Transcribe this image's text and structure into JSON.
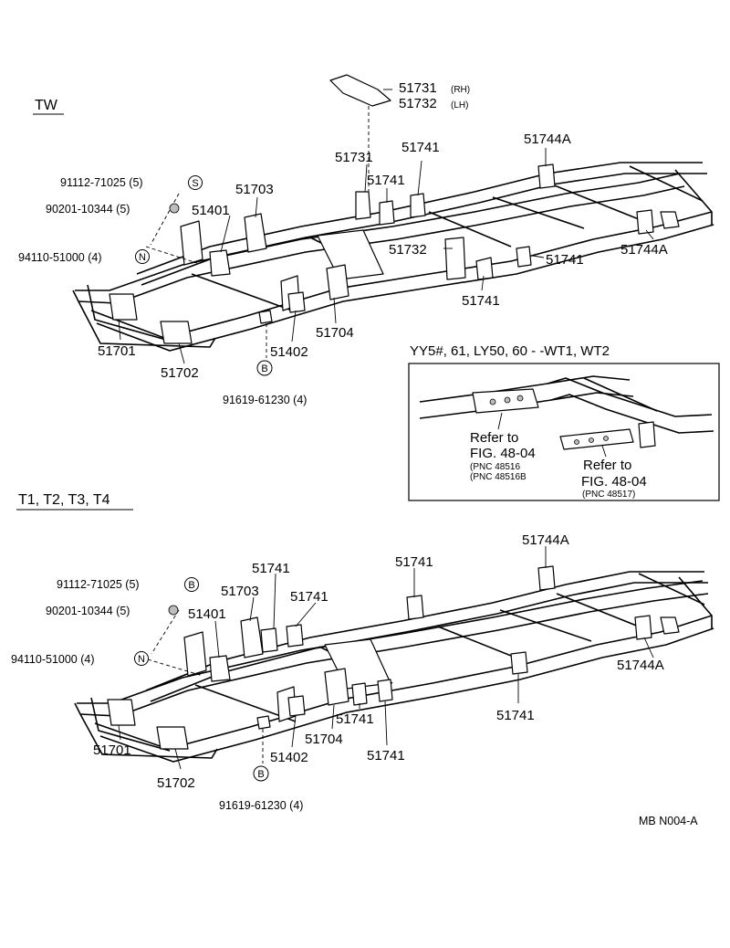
{
  "sections": {
    "tw": {
      "title": "TW"
    },
    "t": {
      "title": "T1, T2, T3, T4"
    },
    "inset": {
      "title": "YY5#, 61, LY50, 60 - -WT1, WT2",
      "ref1_line1": "Refer to",
      "ref1_line2": "FIG. 48-04",
      "ref1_pnc1": "(PNC 48516",
      "ref1_pnc2": "(PNC 48516B",
      "ref2_line1": "Refer to",
      "ref2_line2": "FIG. 48-04",
      "ref2_pnc": "(PNC 48517)"
    }
  },
  "markers": {
    "s": "S",
    "n": "N",
    "b": "B"
  },
  "tw_labels": {
    "p51731_rh": "51731",
    "rh": "(RH)",
    "p51732_lh": "51732",
    "lh": "(LH)",
    "p51731": "51731",
    "p51741_a": "51741",
    "p51741_b": "51741",
    "p51744a_top": "51744A",
    "p51744a_right": "51744A",
    "p51703": "51703",
    "p51401": "51401",
    "p51732": "51732",
    "p51741_c": "51741",
    "p51741_d": "51741",
    "p51704": "51704",
    "p51402": "51402",
    "p51701": "51701",
    "p51702": "51702",
    "bolt": "91112-71025 (5)",
    "washer": "90201-10344 (5)",
    "nut": "94110-51000 (4)",
    "rivet": "91619-61230 (4)"
  },
  "t_labels": {
    "p51744a_top": "51744A",
    "p51741_a": "51741",
    "p51741_b": "51741",
    "p51703": "51703",
    "p51741_c": "51741",
    "p51401": "51401",
    "p51744a_right": "51744A",
    "p51741_d": "51741",
    "p51741_e": "51741",
    "p51704": "51704",
    "p51741_f": "51741",
    "p51402": "51402",
    "p51701": "51701",
    "p51702": "51702",
    "bolt": "91112-71025 (5)",
    "washer": "90201-10344 (5)",
    "nut": "94110-51000 (4)",
    "rivet": "91619-61230 (4)"
  },
  "footer": {
    "code": "MB  N004-A"
  }
}
